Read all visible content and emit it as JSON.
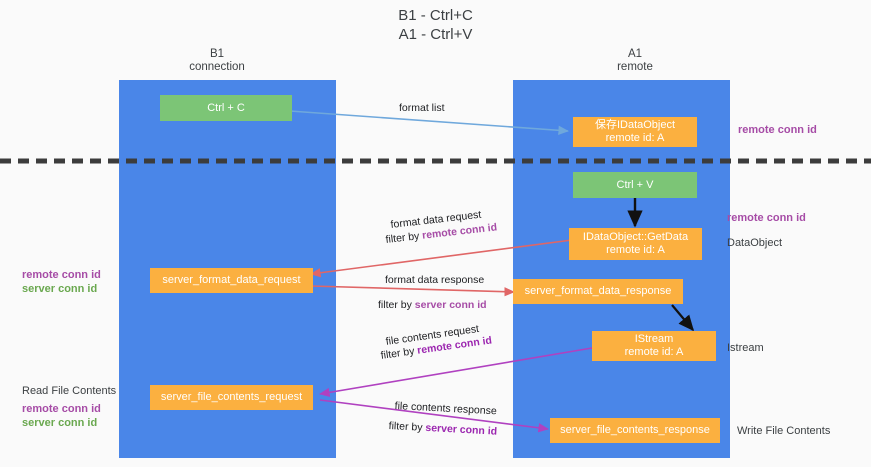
{
  "title": {
    "line1": "B1 - Ctrl+C",
    "line2": "A1 - Ctrl+V"
  },
  "lanes": [
    {
      "name": "B1",
      "sub": "connection"
    },
    {
      "name": "A1",
      "sub": "remote"
    }
  ],
  "nodes": {
    "ctrl_c": "Ctrl + C",
    "save_idataobject_l1": "保存IDataObject",
    "save_idataobject_l2": "remote id: A",
    "ctrl_v": "Ctrl + V",
    "getdata_l1": "IDataObject::GetData",
    "getdata_l2": "remote id: A",
    "server_format_data_request": "server_format_data_request",
    "server_format_data_response": "server_format_data_response",
    "istream_l1": "IStream",
    "istream_l2": "remote id: A",
    "server_file_contents_request": "server_file_contents_request",
    "server_file_contents_response": "server_file_contents_response"
  },
  "side_labels": {
    "right_remote_conn_id_top": "remote conn id",
    "right_remote_conn_id_mid": "remote conn id",
    "right_dataobject": "DataObject",
    "right_istream": "Istream",
    "right_write_file_contents": "Write File Contents",
    "left_remote_conn_id_1": "remote conn id",
    "left_server_conn_id_1": "server conn id",
    "left_read_file_contents": "Read File Contents",
    "left_remote_conn_id_2": "remote conn id",
    "left_server_conn_id_2": "server conn id"
  },
  "edge_labels": {
    "format_list": "format list",
    "format_data_request": "format data request",
    "format_data_request_filter_prefix": "filter by ",
    "format_data_request_filter_value": "remote conn id",
    "format_data_response": "format data response",
    "format_data_response_filter_prefix": "filter by ",
    "format_data_response_filter_value": "server conn id",
    "file_contents_request": "file contents request",
    "file_contents_request_filter_prefix": "filter by ",
    "file_contents_request_filter_value": "remote conn id",
    "file_contents_response": "file contents response",
    "file_contents_response_filter_prefix": "filter by ",
    "file_contents_response_filter_value": "server conn id"
  },
  "colors": {
    "lane": "#4a86e8",
    "green_node": "#7cc576",
    "orange_node": "#fbb040",
    "purple_text": "#a64ca6",
    "green_text": "#6aa84f",
    "blue_arrow": "#6fa8dc",
    "red_arrow": "#e06666",
    "magenta_arrow": "#b041c0",
    "divider": "#3c3c3c",
    "background": "#fafafa"
  }
}
